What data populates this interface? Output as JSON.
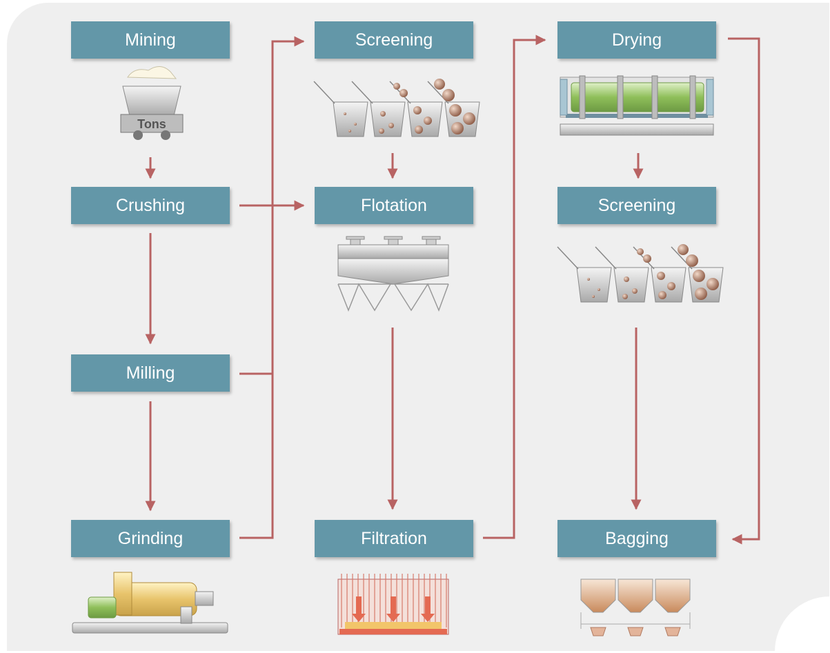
{
  "steps": {
    "mining": "Mining",
    "crushing": "Crushing",
    "milling": "Milling",
    "grinding": "Grinding",
    "screening1": "Screening",
    "flotation": "Flotation",
    "filtration": "Filtration",
    "drying": "Drying",
    "screening2": "Screening",
    "bagging": "Bagging"
  },
  "cart_label": "Tons",
  "colors": {
    "box": "#6397a8",
    "arrow": "#b86363",
    "panel": "#efefef"
  }
}
